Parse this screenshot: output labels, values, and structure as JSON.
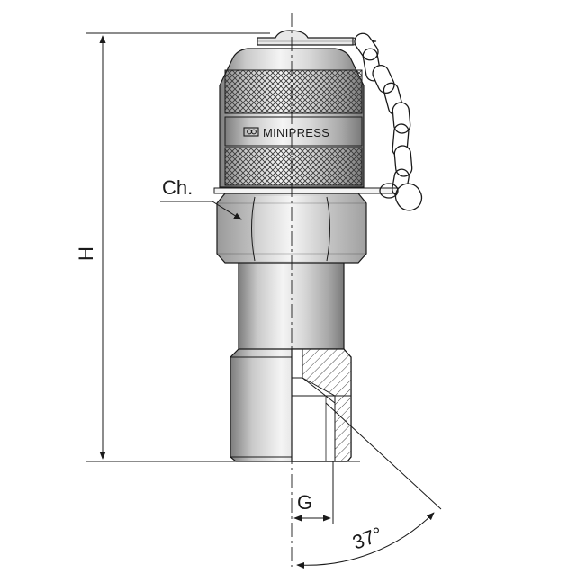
{
  "drawing": {
    "labels": {
      "height": "H",
      "wrench_size": "Ch.",
      "thread": "G",
      "angle": "37°"
    },
    "brand": "MINIPRESS",
    "colors": {
      "line": "#1a1a1a",
      "metal_dark": "#8a8a8a",
      "metal_light": "#f2f2f2",
      "hatch": "#444444"
    }
  }
}
